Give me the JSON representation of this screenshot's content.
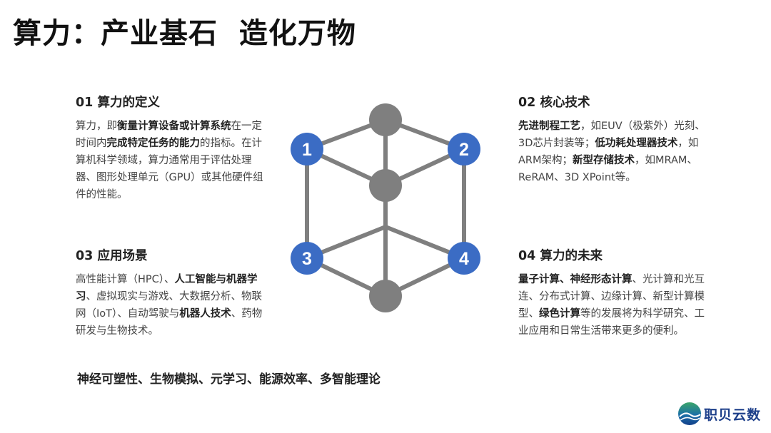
{
  "title": "算力：产业基石  造化万物",
  "sections": [
    {
      "heading": "01 算力的定义",
      "segments": [
        {
          "text": "算力，即",
          "bold": false
        },
        {
          "text": "衡量计算设备或计算系统",
          "bold": true
        },
        {
          "text": "在一定时间内",
          "bold": false
        },
        {
          "text": "完成特定任务的能力",
          "bold": true
        },
        {
          "text": "的指标。在计算机科学领域，算力通常用于评估处理器、图形处理单元（GPU）或其他硬件组件的性能。",
          "bold": false
        }
      ]
    },
    {
      "heading": "02 核心技术",
      "segments": [
        {
          "text": "先进制程工艺",
          "bold": true
        },
        {
          "text": "，如EUV（极紫外）光刻、3D芯片封装等；",
          "bold": false
        },
        {
          "text": "低功耗处理器技术",
          "bold": true
        },
        {
          "text": "，如ARM架构；",
          "bold": false
        },
        {
          "text": "新型存储技术",
          "bold": true
        },
        {
          "text": "，如MRAM、ReRAM、3D XPoint等。",
          "bold": false
        }
      ]
    },
    {
      "heading": "03 应用场景",
      "segments": [
        {
          "text": "高性能计算（HPC）、",
          "bold": false
        },
        {
          "text": "人工智能与机器学习",
          "bold": true
        },
        {
          "text": "、虚拟现实与游戏、大数据分析、物联网（IoT）、自动驾驶与",
          "bold": false
        },
        {
          "text": "机器人技术",
          "bold": true
        },
        {
          "text": "、药物研发与生物技术。",
          "bold": false
        }
      ]
    },
    {
      "heading": "04 算力的未来",
      "segments": [
        {
          "text": "量子计算、神经形态计算",
          "bold": true
        },
        {
          "text": "、光计算和光互连、分布式计算、边缘计算、新型计算模型、",
          "bold": false
        },
        {
          "text": "绿色计算",
          "bold": true
        },
        {
          "text": "等的发展将为科学研究、工业应用和日常生活带来更多的便利。",
          "bold": false
        }
      ]
    }
  ],
  "bottom_line": "神经可塑性、生物模拟、元学习、能源效率、多智能理论",
  "diagram": {
    "node_labels": [
      "1",
      "2",
      "3",
      "4"
    ],
    "blue": "#3B6CC4",
    "gray": "#7F7F7F"
  },
  "logo": {
    "text": "职贝云数",
    "icon": "wave-globe-icon"
  }
}
